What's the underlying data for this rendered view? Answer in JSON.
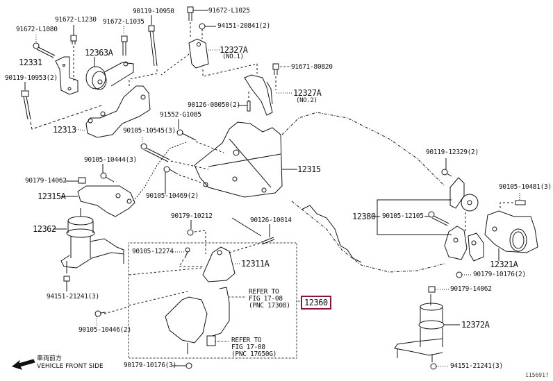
{
  "diagram": {
    "title": "Engine Mounting Parts Diagram",
    "figure_id": "115691?",
    "highlight_color": "#8a1538",
    "direction_legend": {
      "japanese": "車両前方",
      "english": "VEHICLE FRONT SIDE"
    },
    "highlighted_part": "12360",
    "labels": {
      "p91672_L1080": "91672-L1080",
      "p91672_L1230": "91672-L1230",
      "p91672_L1035": "91672-L1035",
      "p90119_10950": "90119-10950",
      "p91672_L1025": "91672-L1025",
      "p94151_20841": "94151-20841(2)",
      "p12327A_1": "12327A",
      "p12327A_1_note": "(NO.1)",
      "p91671_80820": "91671-80820",
      "p12327A_2": "12327A",
      "p12327A_2_note": "(NO.2)",
      "p90126_08050": "90126-08050(2)",
      "p12331": "12331",
      "p12363A": "12363A",
      "p90119_10953": "90119-10953(2)",
      "p12313": "12313",
      "p91552_G1085": "91552-G1085",
      "p90105_10545": "90105-10545(3)",
      "p90105_10444": "90105-10444(3)",
      "p12315": "12315",
      "p90179_14062_left": "90179-14062",
      "p12315A": "12315A",
      "p90105_10469": "90105-10469(2)",
      "p90119_12329": "90119-12329(2)",
      "p90105_10481": "90105-10481(3)",
      "p12362": "12362",
      "p90179_10212": "90179-10212",
      "p90126_10014": "90126-10014",
      "p12380": "12380",
      "p90105_12105": "90105-12105",
      "p90105_12274": "90105-12274",
      "p12311A": "12311A",
      "p12321A": "12321A",
      "p90179_10176_2": "90179-10176(2)",
      "p94151_21241_left": "94151-21241(3)",
      "refer1_line1": "REFER TO",
      "refer1_line2": "FIG 17-08",
      "refer1_line3": "(PNC 17308)",
      "p12360": "12360",
      "p90179_14062_right": "90179-14062",
      "p90105_10446": "90105-10446(2)",
      "p12372A": "12372A",
      "refer2_line1": "REFER TO",
      "refer2_line2": "FIG 17-08",
      "refer2_line3": "(PNC 17650G)",
      "p90179_10176_3": "90179-10176(3)",
      "p94151_21241_right": "94151-21241(3)"
    }
  }
}
